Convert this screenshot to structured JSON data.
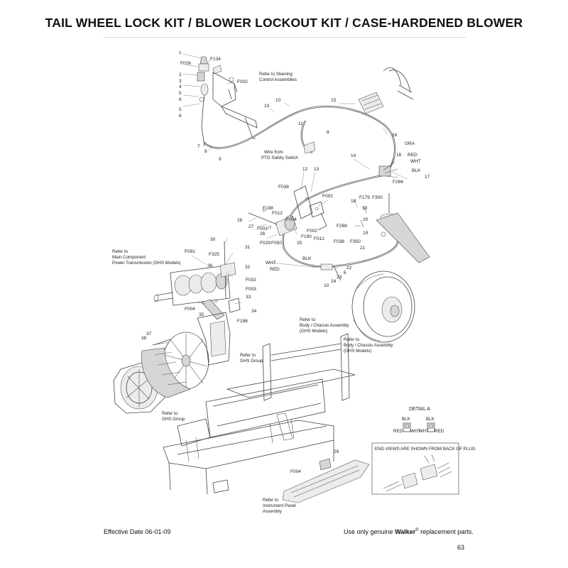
{
  "header": {
    "title": "TAIL WHEEL LOCK KIT / BLOWER LOCKOUT KIT / CASE-HARDENED BLOWER"
  },
  "callouts": [
    {
      "id": "c1",
      "text": "1"
    },
    {
      "id": "c2",
      "text": "F134"
    },
    {
      "id": "c3",
      "text": "F026"
    },
    {
      "id": "c4",
      "text": "2"
    },
    {
      "id": "c5",
      "text": "3"
    },
    {
      "id": "c6",
      "text": "4"
    },
    {
      "id": "c7",
      "text": "5"
    },
    {
      "id": "c8",
      "text": "6"
    },
    {
      "id": "c9",
      "text": "4"
    },
    {
      "id": "c10",
      "text": "5"
    },
    {
      "id": "c11",
      "text": "6"
    },
    {
      "id": "c12",
      "text": "F002"
    },
    {
      "id": "c13",
      "text": "7"
    },
    {
      "id": "c14",
      "text": "8"
    },
    {
      "id": "c15",
      "text": "9"
    },
    {
      "id": "c16",
      "text": "10"
    },
    {
      "id": "c17",
      "text": "10"
    },
    {
      "id": "c18",
      "text": "11"
    },
    {
      "id": "c19",
      "text": "8"
    },
    {
      "id": "c20",
      "text": "15"
    },
    {
      "id": "c21",
      "text": "16"
    },
    {
      "id": "c22",
      "text": "GRA"
    },
    {
      "id": "c23",
      "text": "16"
    },
    {
      "id": "c24",
      "text": "RED"
    },
    {
      "id": "c25",
      "text": "WHT"
    },
    {
      "id": "c26",
      "text": "BLK"
    },
    {
      "id": "c27",
      "text": "F266"
    },
    {
      "id": "c28",
      "text": "17"
    },
    {
      "id": "c29",
      "text": "14"
    },
    {
      "id": "c30",
      "text": "12"
    },
    {
      "id": "c31",
      "text": "13"
    },
    {
      "id": "c32",
      "text": "F038"
    },
    {
      "id": "c33",
      "text": "F002"
    },
    {
      "id": "c34",
      "text": "F179"
    },
    {
      "id": "c35",
      "text": "F300"
    },
    {
      "id": "c36",
      "text": "18"
    },
    {
      "id": "c37",
      "text": "19"
    },
    {
      "id": "c38",
      "text": "20"
    },
    {
      "id": "c39",
      "text": "19"
    },
    {
      "id": "c40",
      "text": "F288"
    },
    {
      "id": "c41",
      "text": "F350"
    },
    {
      "id": "c42",
      "text": "21"
    },
    {
      "id": "c43",
      "text": "F198"
    },
    {
      "id": "c44",
      "text": "F012"
    },
    {
      "id": "c45",
      "text": "F004"
    },
    {
      "id": "c46",
      "text": "28"
    },
    {
      "id": "c47",
      "text": "27"
    },
    {
      "id": "c48",
      "text": "F003"
    },
    {
      "id": "c49",
      "text": "26"
    },
    {
      "id": "c50",
      "text": "F002"
    },
    {
      "id": "c51",
      "text": "F190"
    },
    {
      "id": "c52",
      "text": "F012"
    },
    {
      "id": "c53",
      "text": "F038"
    },
    {
      "id": "c54",
      "text": "F029"
    },
    {
      "id": "c55",
      "text": "F050"
    },
    {
      "id": "c56",
      "text": "25"
    },
    {
      "id": "c57",
      "text": "30"
    },
    {
      "id": "c58",
      "text": "31"
    },
    {
      "id": "c59",
      "text": "F091"
    },
    {
      "id": "c60",
      "text": "F325"
    },
    {
      "id": "c61",
      "text": "36"
    },
    {
      "id": "c62",
      "text": "32"
    },
    {
      "id": "c63",
      "text": "F032"
    },
    {
      "id": "c64",
      "text": "F003"
    },
    {
      "id": "c65",
      "text": "33"
    },
    {
      "id": "c66",
      "text": "F004"
    },
    {
      "id": "c67",
      "text": "35"
    },
    {
      "id": "c68",
      "text": "34"
    },
    {
      "id": "c69",
      "text": "F186"
    },
    {
      "id": "c70",
      "text": "BLK"
    },
    {
      "id": "c71",
      "text": "WHT"
    },
    {
      "id": "c72",
      "text": "RED"
    },
    {
      "id": "c73",
      "text": "22"
    },
    {
      "id": "c74",
      "text": "6"
    },
    {
      "id": "c75",
      "text": "23"
    },
    {
      "id": "c76",
      "text": "24"
    },
    {
      "id": "c77",
      "text": "10"
    },
    {
      "id": "c78",
      "text": "38"
    },
    {
      "id": "c79",
      "text": "37"
    },
    {
      "id": "c80",
      "text": "29"
    },
    {
      "id": "c81",
      "text": "F004"
    }
  ],
  "notes": [
    {
      "id": "n1",
      "lines": [
        "Refer to Steering",
        "Control Assemblies"
      ]
    },
    {
      "id": "n2",
      "lines": [
        "Wire from",
        "PTO Safety Switch"
      ]
    },
    {
      "id": "n3",
      "lines": [
        "Refer to",
        "Main Component",
        "Power Transmission (GHS Models)"
      ]
    },
    {
      "id": "n4",
      "lines": [
        "Refer to",
        "Body / Chassis Assembly",
        "(GHS Models)"
      ]
    },
    {
      "id": "n5",
      "lines": [
        "Refer to",
        "Body / Chassis Assembly",
        "(GHS Models)"
      ]
    },
    {
      "id": "n6",
      "lines": [
        "Refer to",
        "GHS Group"
      ]
    },
    {
      "id": "n7",
      "lines": [
        "Refer to",
        "GHS Group"
      ]
    },
    {
      "id": "n8",
      "lines": [
        "Refer to",
        "Instrument Panel",
        "Assembly"
      ]
    }
  ],
  "detail_a": {
    "title": "DETAIL A",
    "left_top": "BLK",
    "left_left": "RED",
    "left_right": "WHT",
    "right_top": "BLK",
    "right_left": "WHT",
    "right_right": "RED"
  },
  "end_views_note": "END VIEWS ARE SHOWN FROM BACK OF PLUG",
  "footer": {
    "effective_date": "Effective Date 06-01-09",
    "genuine_prefix": "Use only genuine ",
    "brand": "Walker",
    "registered": "®",
    "genuine_suffix": " replacement parts.",
    "page_number": "63"
  }
}
